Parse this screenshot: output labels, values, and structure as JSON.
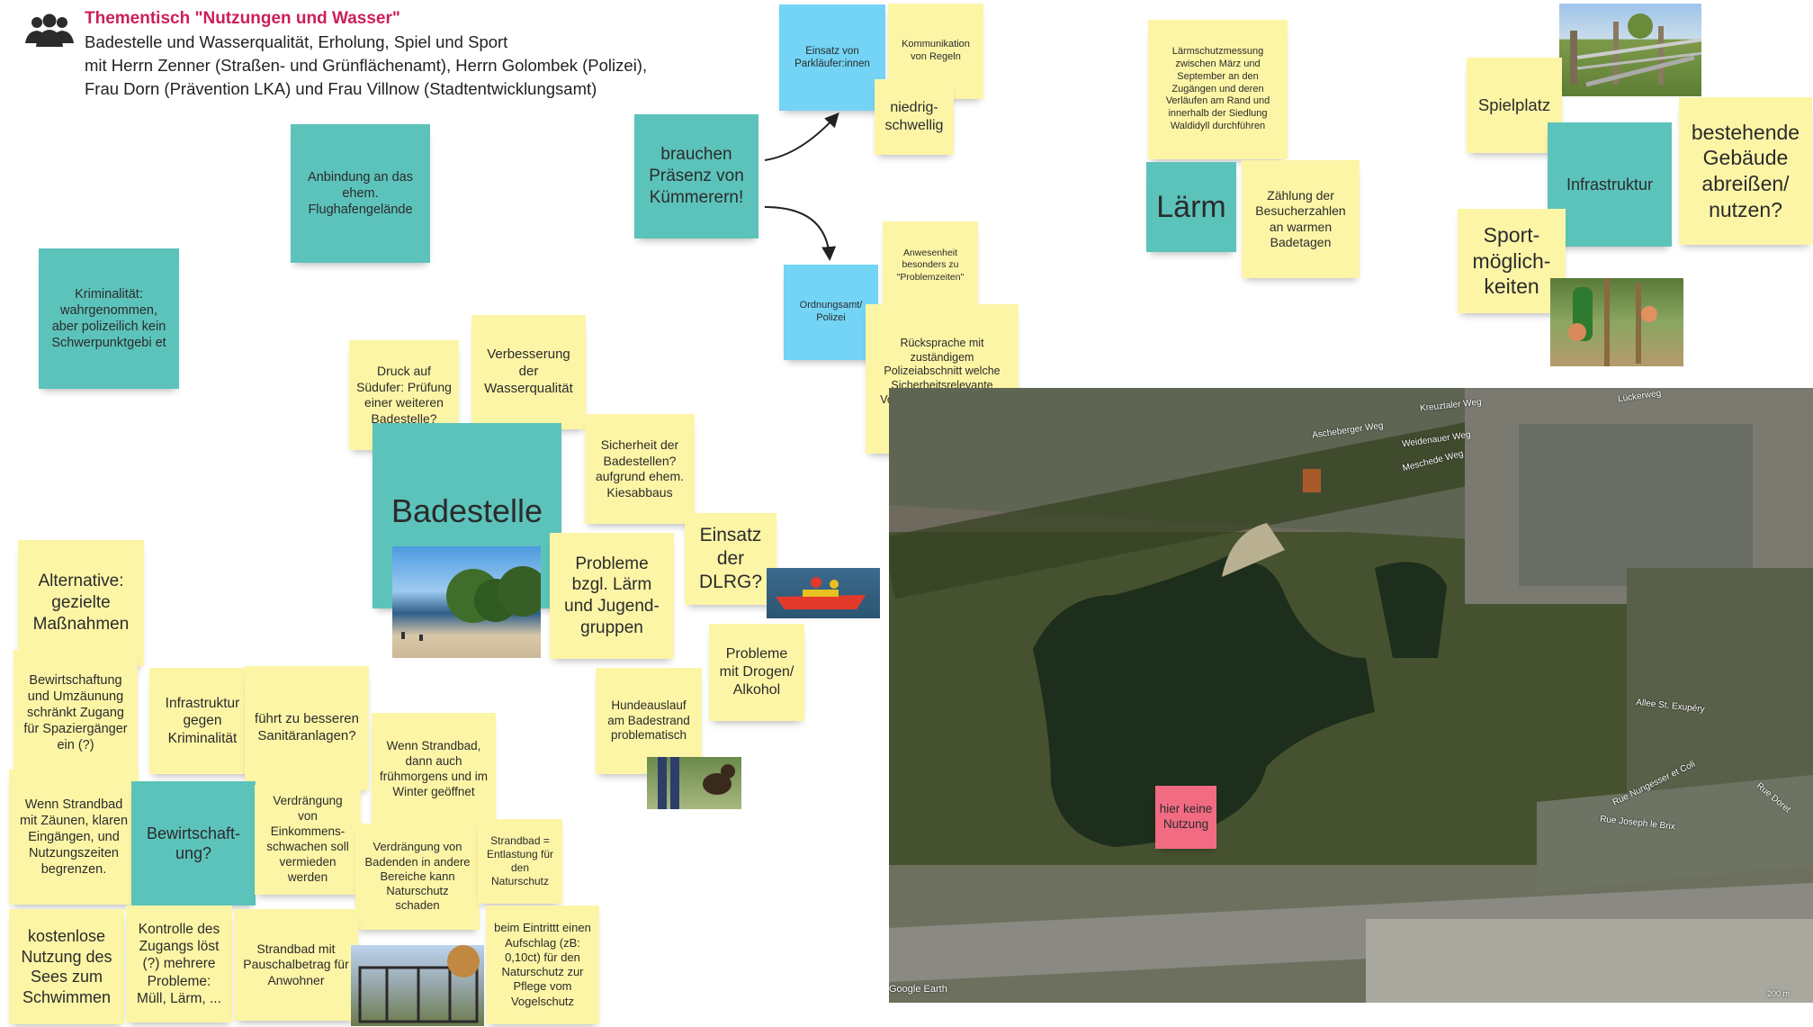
{
  "header": {
    "title": "Thementisch \"Nutzungen und Wasser\"",
    "line1": "Badestelle und Wasserqualität, Erholung, Spiel und Sport",
    "line2": "mit Herrn Zenner (Straßen- und Grünflächenamt), Herrn Golombek (Polizei),",
    "line3": "Frau Dorn (Prävention LKA) und Frau Villnow (Stadtentwicklungsamt)",
    "icon": "people-group-icon"
  },
  "notes": {
    "anbindung": "Anbindung an das ehem. Flughafengelände",
    "kriminalitaet": "Kriminalität: wahrgenommen, aber polizeilich kein Schwerpunktgebi et",
    "praesenz": "brauchen Präsenz von Kümmerern!",
    "parklaeufer": "Einsatz von Parkläufer:innen",
    "kommunikation": "Kommunikation von Regeln",
    "niedrigschwellig": "niedrig- schwellig",
    "ordnungsamt": "Ordnungsamt/ Polizei",
    "anwesenheit": "Anwesenheit besonders zu \"Problemzeiten\"",
    "ruecksprache": "Rücksprache mit zuständigem Polizeiabschnitt welche Sicherheitsrelevante Vorschläge eingearbeitet werden sollten",
    "laermschutz": "Lärmschutzmessung zwischen März und September an den Zugängen und deren Verläufen am Rand und innerhalb der Siedlung Waldidyll durchführen",
    "laerm": "Lärm",
    "zaehlung": "Zählung der Besucherzahlen an warmen Badetagen",
    "spielplatz": "Spielplatz",
    "infrastruktur": "Infrastruktur",
    "gebaeude": "bestehende Gebäude abreißen/ nutzen?",
    "sport": "Sport- möglich- keiten",
    "druck": "Druck auf Südufer: Prüfung einer weiteren Badestelle?",
    "wasserqualitaet": "Verbesserung der Wasserqualität",
    "badestelle": "Badestelle",
    "sicherheit": "Sicherheit der Badestellen? aufgrund ehem. Kiesabbaus",
    "probleme_laerm": "Probleme bzgl. Lärm und Jugend- gruppen",
    "dlrg": "Einsatz der DLRG?",
    "drogen": "Probleme mit Drogen/ Alkohol",
    "hundeauslauf": "Hundeauslauf am Badestrand problematisch",
    "alternative": "Alternative: gezielte Maßnahmen",
    "bewirtschaftung_zaeunung": "Bewirtschaftung und Umzäunung schränkt Zugang für Spaziergänger ein (?)",
    "infra_krim": "Infrastruktur gegen Kriminalität",
    "sanitaer": "führt zu besseren Sanitäranlagen?",
    "strandbad_winter": "Wenn Strandbad, dann auch frühmorgens und im Winter geöffnet",
    "zaeunen": "Wenn Strandbad mit Zäunen, klaren Eingängen, und Nutzungszeiten begrenzen.",
    "bewirtschaftung": "Bewirtschaft- ung?",
    "verdraengung_einkommen": "Verdrängung von Einkommens- schwachen soll vermieden werden",
    "verdraengung_baden": "Verdrängung von Badenden in andere Bereiche kann Naturschutz schaden",
    "entlastung": "Strandbad = Entlastung für den Naturschutz",
    "kostenlos": "kostenlose Nutzung des Sees zum Schwimmen",
    "kontrolle": "Kontrolle des Zugangs löst (?) mehrere Probleme: Müll, Lärm, ...",
    "pauschal": "Strandbad mit Pauschalbetrag für Anwohner",
    "aufschlag": "beim Eintrittt einen Aufschlag (zB: 0,10ct) für den Naturschutz zur Pflege vom Vogelschutz",
    "keine_nutzung": "hier keine Nutzung"
  },
  "map": {
    "labels": [
      "Kreuztaler Weg",
      "Ascheberger Weg",
      "Weidenauer Weg",
      "Meschede Weg",
      "Lückerweg",
      "Allee St. Exupéry",
      "Rue Nungesser et Coli",
      "Rue Joseph le Brix",
      "Rue Doret",
      "Google Earth",
      "200 m"
    ]
  },
  "colors": {
    "yellow": "#fdf5a6",
    "teal": "#5cc3bb",
    "blue": "#73d4f5",
    "pink": "#f16b83",
    "title": "#cc1f5a"
  }
}
